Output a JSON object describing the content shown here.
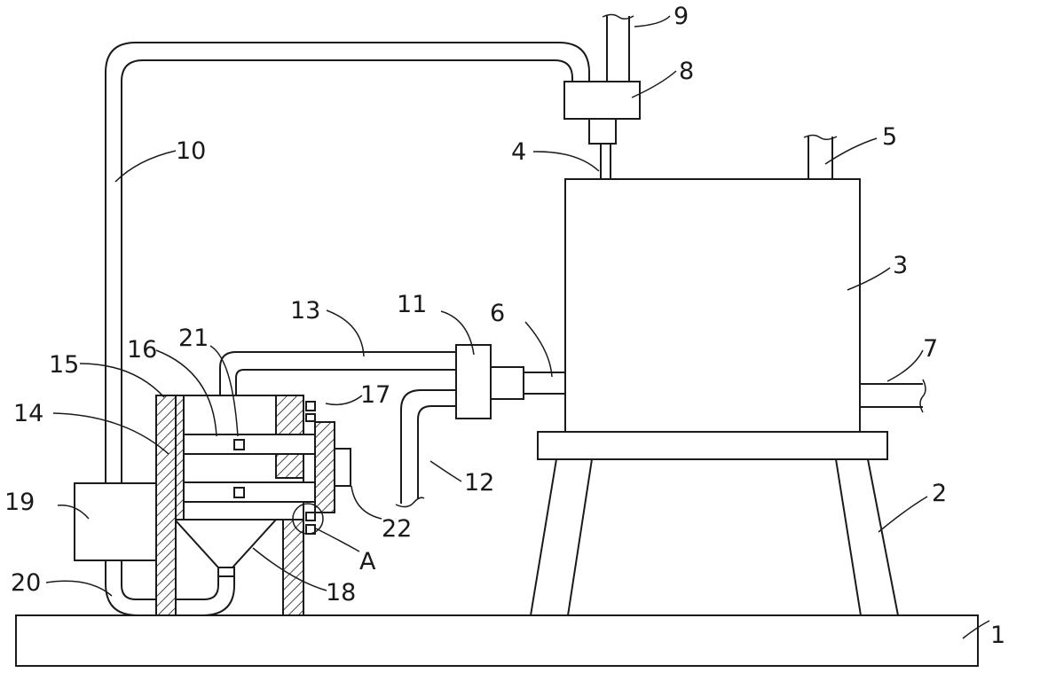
{
  "labels": {
    "l1": "1",
    "l2": "2",
    "l3": "3",
    "l4": "4",
    "l5": "5",
    "l6": "6",
    "l7": "7",
    "l8": "8",
    "l9": "9",
    "l10": "10",
    "l11": "11",
    "l12": "12",
    "l13": "13",
    "l14": "14",
    "l15": "15",
    "l16": "16",
    "l17": "17",
    "l18": "18",
    "l19": "19",
    "l20": "20",
    "l21": "21",
    "l22": "22",
    "lA": "A"
  }
}
